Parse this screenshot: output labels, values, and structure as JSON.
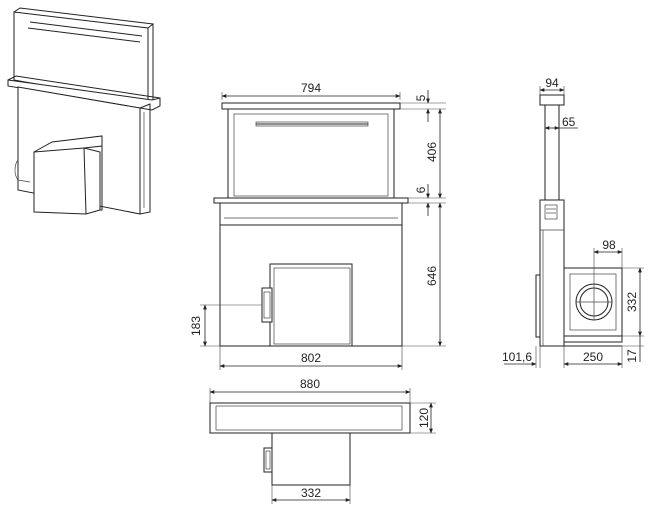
{
  "dimensions": {
    "front_top_width": "794",
    "glass_top_thickness": "5",
    "glass_height": "406",
    "trim_thickness": "6",
    "body_height": "646",
    "motor_height": "183",
    "body_width": "802",
    "top_view_width": "880",
    "top_view_depth": "120",
    "motor_width": "332",
    "side_top_width": "94",
    "side_column_width": "65",
    "side_duct_offset": "98",
    "side_motor_height": "332",
    "side_offset": "101,6",
    "side_motor_depth": "250",
    "side_bottom": "17"
  },
  "colors": {
    "line": "#222222",
    "background": "#ffffff"
  }
}
